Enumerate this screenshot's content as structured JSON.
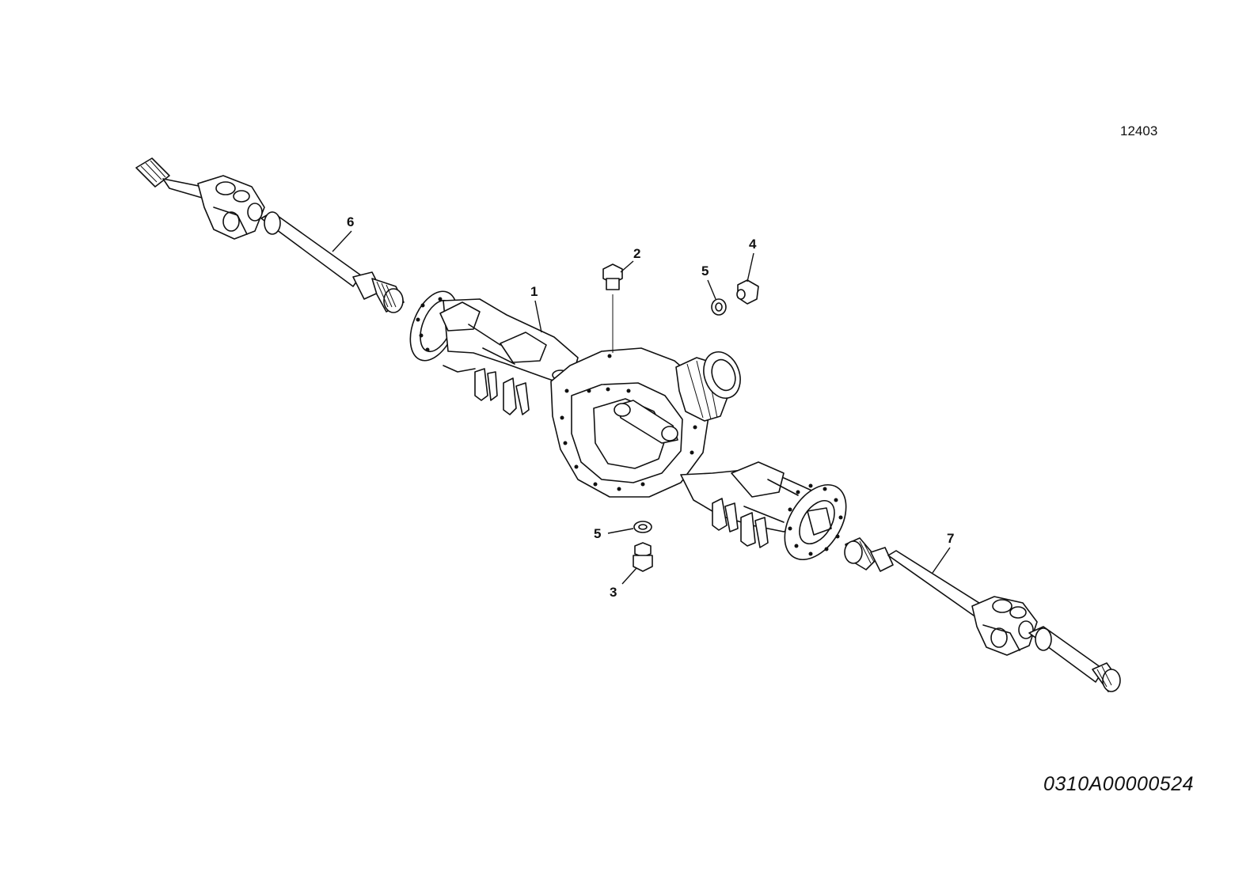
{
  "drawing_number": "12403",
  "catalog_code": "0310A00000524",
  "callouts": [
    {
      "label": "1"
    },
    {
      "label": "2"
    },
    {
      "label": "3"
    },
    {
      "label": "4"
    },
    {
      "label": "5"
    },
    {
      "label": "5"
    },
    {
      "label": "6"
    },
    {
      "label": "7"
    }
  ]
}
